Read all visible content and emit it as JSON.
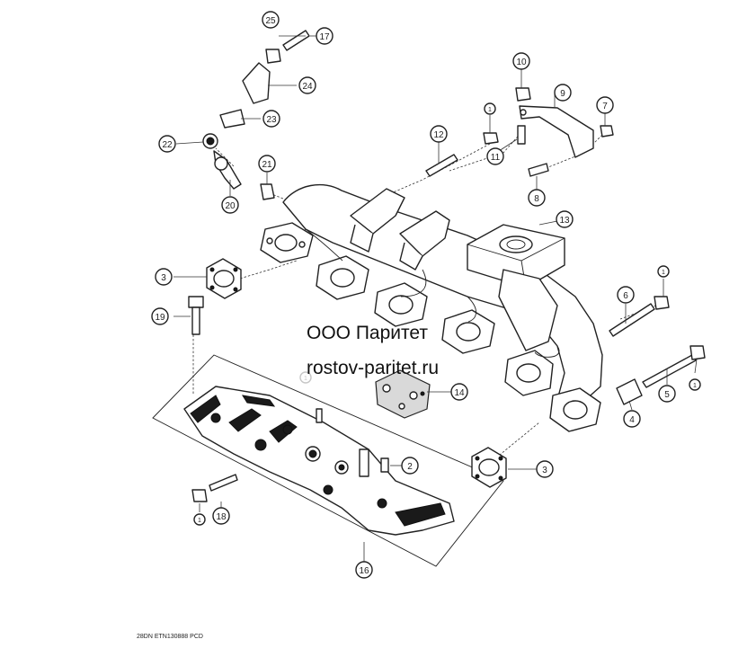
{
  "watermark": {
    "line1": "ООО Паритет",
    "line2": "rostov-paritet.ru"
  },
  "footer": {
    "code": "28DN  ETN130888  PCD"
  },
  "callouts": [
    "1",
    "1",
    "1",
    "1",
    "1",
    "2",
    "3",
    "3",
    "4",
    "5",
    "6",
    "7",
    "8",
    "9",
    "10",
    "11",
    "12",
    "13",
    "14",
    "16",
    "17",
    "18",
    "19",
    "20",
    "21",
    "22",
    "23",
    "24",
    "25"
  ]
}
